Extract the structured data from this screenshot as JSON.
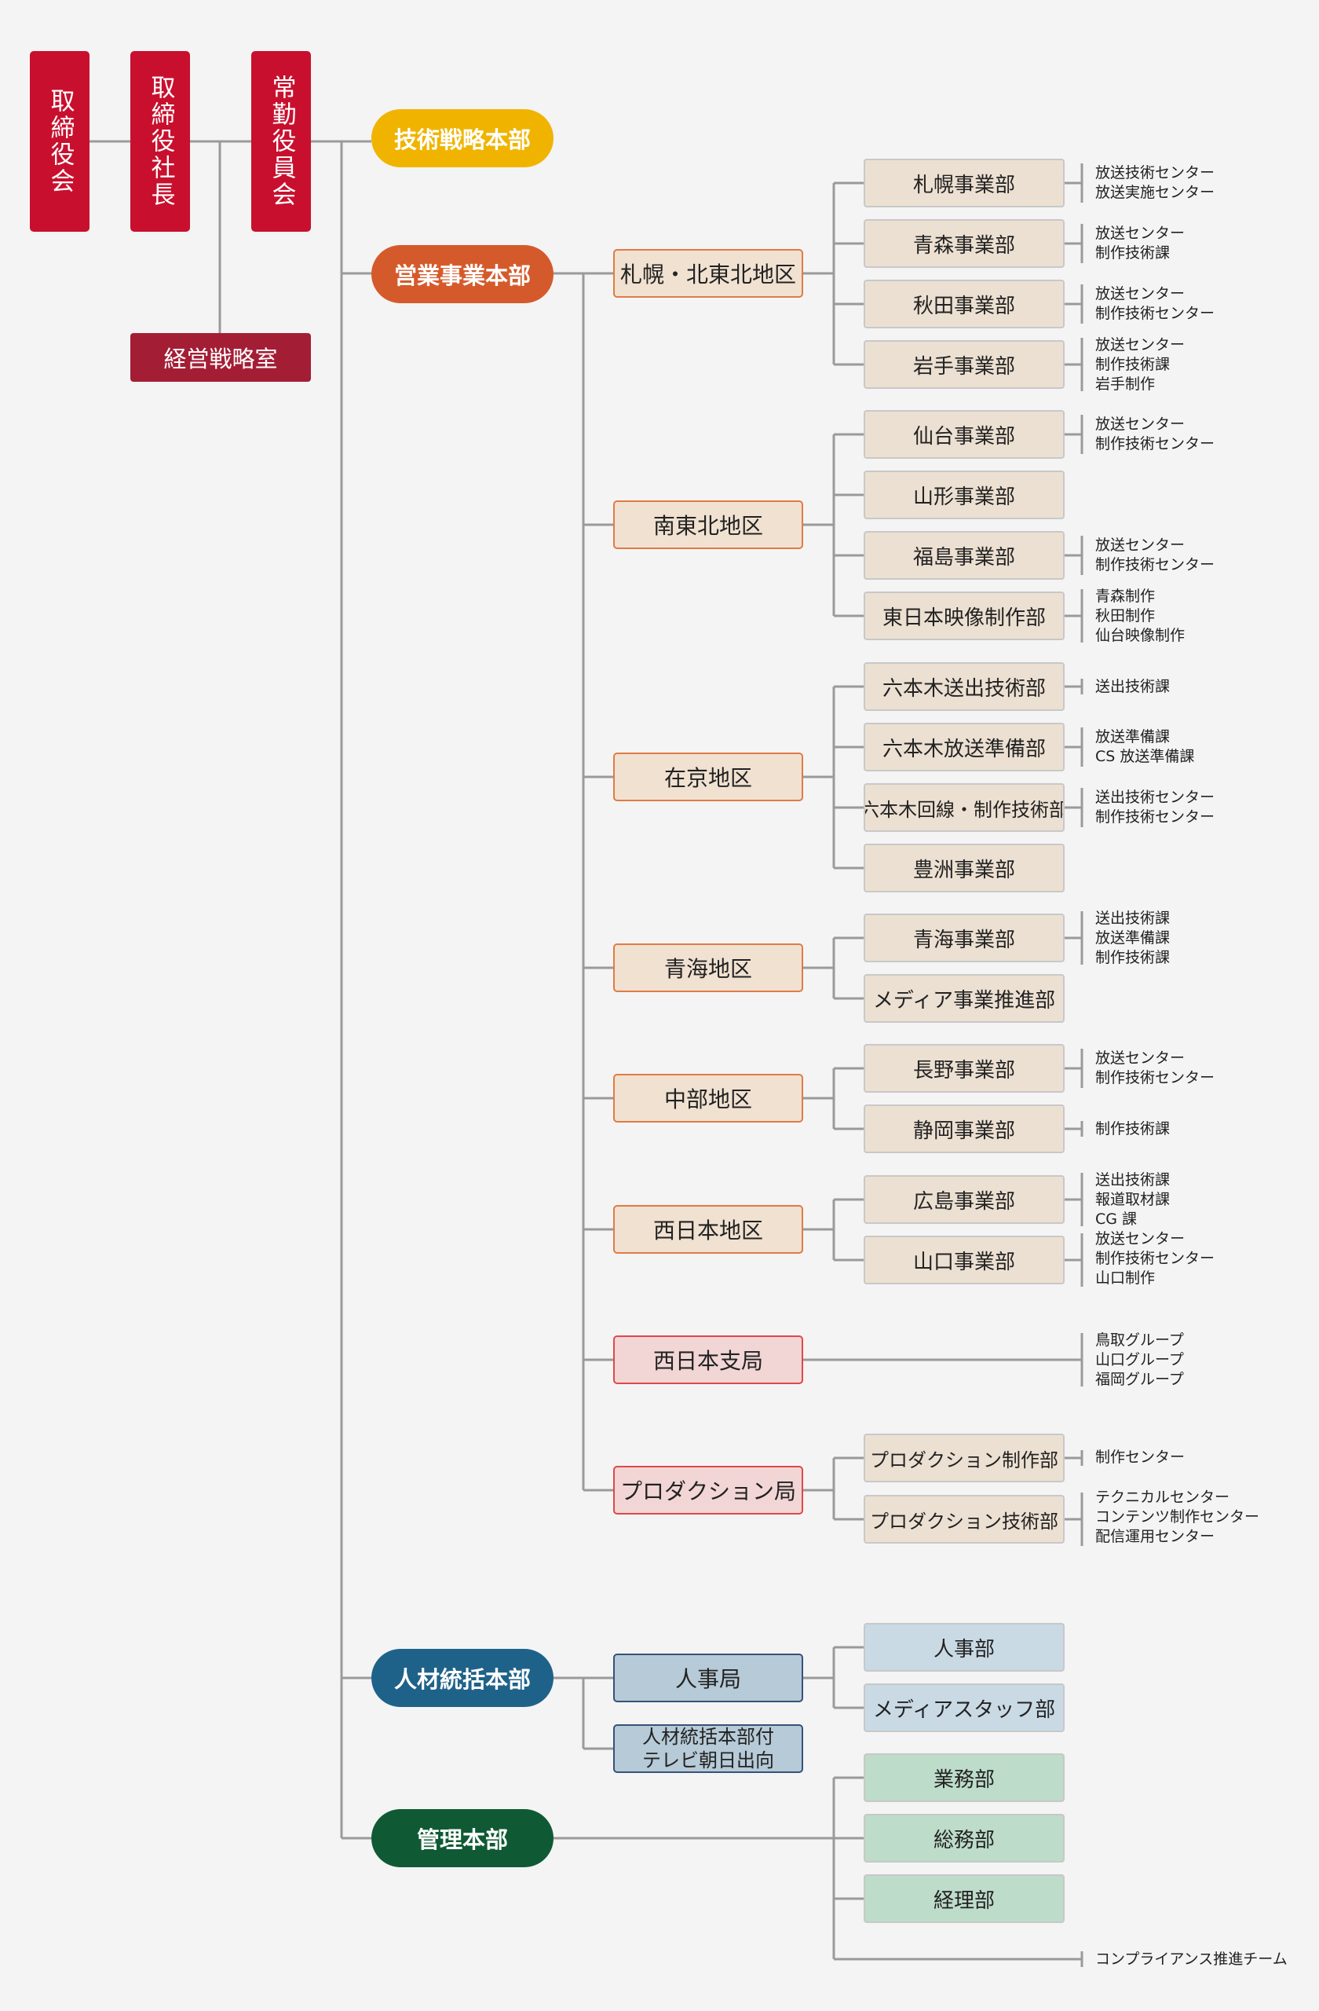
{
  "executives": {
    "board": "取締役会",
    "president": "取締役社長",
    "committee": "常勤役員会",
    "strategy_office": "経営戦略室"
  },
  "headquarters": {
    "tech": "技術戦略本部",
    "sales": "営業事業本部",
    "hr": "人材統括本部",
    "admin": "管理本部"
  },
  "districts": [
    {
      "label": "札幌・北東北地区",
      "style": "o",
      "depts": [
        {
          "label": "札幌事業部",
          "notes": [
            "放送技術センター",
            "放送実施センター"
          ]
        },
        {
          "label": "青森事業部",
          "notes": [
            "放送センター",
            "制作技術課"
          ]
        },
        {
          "label": "秋田事業部",
          "notes": [
            "放送センター",
            "制作技術センター"
          ]
        },
        {
          "label": "岩手事業部",
          "notes": [
            "放送センター",
            "制作技術課",
            "岩手制作"
          ]
        }
      ]
    },
    {
      "label": "南東北地区",
      "style": "o",
      "depts": [
        {
          "label": "仙台事業部",
          "notes": [
            "放送センター",
            "制作技術センター"
          ]
        },
        {
          "label": "山形事業部",
          "notes": []
        },
        {
          "label": "福島事業部",
          "notes": [
            "放送センター",
            "制作技術センター"
          ]
        },
        {
          "label": "東日本映像制作部",
          "notes": [
            "青森制作",
            "秋田制作",
            "仙台映像制作"
          ]
        }
      ]
    },
    {
      "label": "在京地区",
      "style": "o",
      "depts": [
        {
          "label": "六本木送出技術部",
          "notes": [
            "送出技術課"
          ]
        },
        {
          "label": "六本木放送準備部",
          "notes": [
            "放送準備課",
            "CS 放送準備課"
          ]
        },
        {
          "label": "六本木回線・制作技術部",
          "notes": [
            "送出技術センター",
            "制作技術センター"
          ]
        },
        {
          "label": "豊洲事業部",
          "notes": []
        }
      ]
    },
    {
      "label": "青海地区",
      "style": "o",
      "depts": [
        {
          "label": "青海事業部",
          "notes": [
            "送出技術課",
            "放送準備課",
            "制作技術課"
          ]
        },
        {
          "label": "メディア事業推進部",
          "notes": []
        }
      ]
    },
    {
      "label": "中部地区",
      "style": "o",
      "depts": [
        {
          "label": "長野事業部",
          "notes": [
            "放送センター",
            "制作技術センター"
          ]
        },
        {
          "label": "静岡事業部",
          "notes": [
            "制作技術課"
          ]
        }
      ]
    },
    {
      "label": "西日本地区",
      "style": "o",
      "depts": [
        {
          "label": "広島事業部",
          "notes": [
            "送出技術課",
            "報道取材課",
            "CG 課"
          ]
        },
        {
          "label": "山口事業部",
          "notes": [
            "放送センター",
            "制作技術センター",
            "山口制作"
          ]
        }
      ]
    },
    {
      "label": "西日本支局",
      "style": "r",
      "depts": [],
      "notes": [
        "鳥取グループ",
        "山口グループ",
        "福岡グループ"
      ]
    },
    {
      "label": "プロダクション局",
      "style": "r",
      "depts": [
        {
          "label": "プロダクション制作部",
          "notes": [
            "制作センター"
          ]
        },
        {
          "label": "プロダクション技術部",
          "notes": [
            "テクニカルセンター",
            "コンテンツ制作センター",
            "配信運用センター"
          ]
        }
      ]
    }
  ],
  "hr": {
    "bureau": "人事局",
    "bureau_depts": [
      "人事部",
      "メディアスタッフ部"
    ],
    "attached_line1": "人材統括本部付",
    "attached_line2": "テレビ朝日出向"
  },
  "admin": {
    "depts": [
      "業務部",
      "総務部",
      "経理部"
    ],
    "team": "コンプライアンス推進チーム"
  },
  "colors": {
    "exec_red": "#c8102e",
    "strategy_red": "#a31e35",
    "tech_gold": "#f0b400",
    "sales_orange": "#d55a2b",
    "hr_blue": "#1f6289",
    "admin_green": "#0f5a34",
    "line_gray": "#9a9a9a"
  }
}
